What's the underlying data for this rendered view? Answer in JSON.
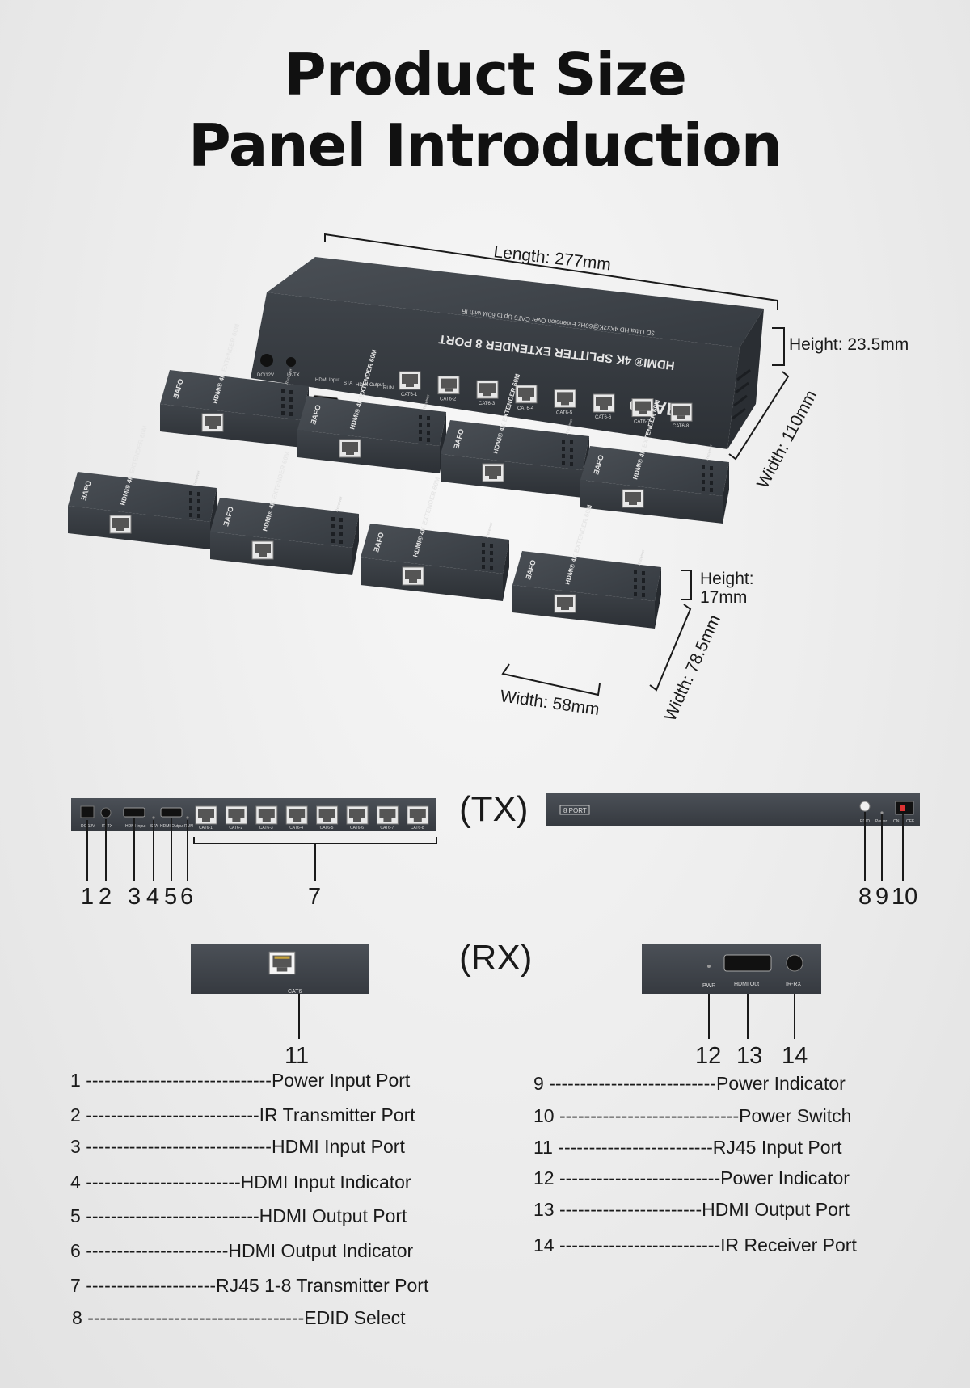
{
  "title": {
    "line1": "Product Size",
    "line2": "Panel Introduction"
  },
  "dimensions": {
    "length": "Length: 277mm",
    "height_tx": "Height: 23.5mm",
    "width_tx": "Width: 110mm",
    "height_rx_line1": "Height:",
    "height_rx_line2": "17mm",
    "width_rx_depth": "Width: 78.5mm",
    "width_rx": "Width: 58mm"
  },
  "device_labels": {
    "tx_top_line1": "HDMI® 4K SPLITTER EXTENDER 8 PORT",
    "tx_top_line2": "3D Ultra HD 4Kx2K@60Hz Extension Over CAT6 Up to 60M with IR",
    "brand": "ƎAFO",
    "rx_top": "HDMI® 4K EXTENDER 60M",
    "rx_side": "Receiver",
    "tx_ports": [
      "DC/12V",
      "IR-TX",
      "HDMI Input",
      "STA",
      "HDMI Output",
      "RUN"
    ],
    "cat_ports": [
      "CAT6-1",
      "CAT6-2",
      "CAT6-3",
      "CAT6-4",
      "CAT6-5",
      "CAT6-6",
      "CAT6-7",
      "CAT6-8"
    ],
    "back_badge": "8 PORT",
    "back_labels": [
      "EDID",
      "Power",
      "ON",
      "OFF"
    ],
    "rx_front_port": "CAT6",
    "rx_back_ports": [
      "PWR",
      "HDMI Out",
      "IR-RX"
    ]
  },
  "sections": {
    "tx": "(TX)",
    "rx": "(RX)"
  },
  "callouts": {
    "tx_front": [
      "1",
      "2",
      "3",
      "4",
      "5",
      "6",
      "7"
    ],
    "tx_back": [
      "8",
      "9",
      "10"
    ],
    "rx_front": [
      "11"
    ],
    "rx_back": [
      "12",
      "13",
      "14"
    ]
  },
  "legend_left": [
    {
      "num": "1",
      "dashes": "------------------------------",
      "label": "Power Input Port"
    },
    {
      "num": "2",
      "dashes": "----------------------------",
      "label": "IR Transmitter Port"
    },
    {
      "num": "3",
      "dashes": "------------------------------",
      "label": "HDMI Input Port"
    },
    {
      "num": "4",
      "dashes": "-------------------------",
      "label": "HDMI Input Indicator"
    },
    {
      "num": "5",
      "dashes": "----------------------------",
      "label": "HDMI Output Port"
    },
    {
      "num": "6",
      "dashes": "-----------------------",
      "label": "HDMI Output Indicator"
    },
    {
      "num": "7",
      "dashes": "---------------------",
      "label": "RJ45 1-8 Transmitter Port"
    },
    {
      "num": "8",
      "dashes": "-----------------------------------",
      "label": "EDID Select"
    }
  ],
  "legend_right": [
    {
      "num": "9",
      "dashes": "---------------------------",
      "label": "Power Indicator"
    },
    {
      "num": "10",
      "dashes": "-----------------------------",
      "label": "Power Switch"
    },
    {
      "num": "11",
      "dashes": "------------------------- ",
      "label": "RJ45 Input Port"
    },
    {
      "num": "12",
      "dashes": "--------------------------",
      "label": "Power Indicator"
    },
    {
      "num": "13",
      "dashes": "-----------------------",
      "label": "HDMI Output Port"
    },
    {
      "num": "14",
      "dashes": "--------------------------",
      "label": "IR Receiver Port"
    }
  ]
}
